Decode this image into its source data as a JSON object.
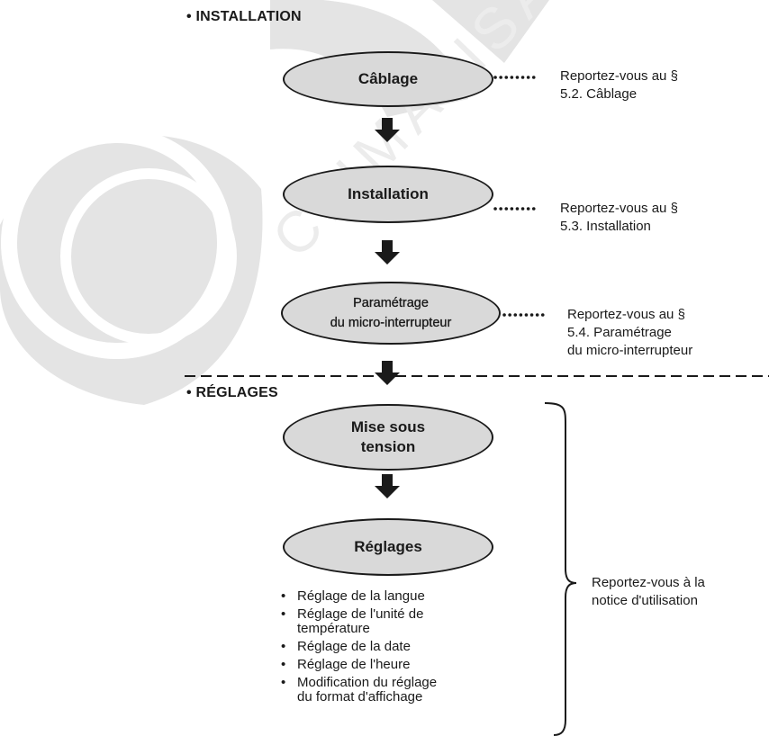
{
  "installation": {
    "title": "• INSTALLATION",
    "steps": [
      {
        "label": "Câblage",
        "ref_line1": "Reportez-vous au §",
        "ref_line2": "5.2. Câblage"
      },
      {
        "label": "Installation",
        "ref_line1": "Reportez-vous au §",
        "ref_line2": "5.3. Installation"
      },
      {
        "label_line1": "Paramétrage",
        "label_line2": "du micro-interrupteur",
        "ref_line1": "Reportez-vous au §",
        "ref_line2": "5.4. Paramétrage",
        "ref_line3": "du micro-interrupteur"
      }
    ]
  },
  "reglages": {
    "title": "• RÉGLAGES",
    "steps": [
      {
        "label_line1": "Mise sous",
        "label_line2": "tension"
      },
      {
        "label": "Réglages"
      }
    ],
    "bullets": [
      [
        "Réglage de la langue"
      ],
      [
        "Réglage de l'unité de",
        "température"
      ],
      [
        "Réglage de la date"
      ],
      [
        "Réglage de l'heure"
      ],
      [
        "Modification du réglage",
        "du format d'affichage"
      ]
    ],
    "brace_note_line1": "Reportez-vous à la",
    "brace_note_line2": "notice d'utilisation"
  },
  "watermark": {
    "text": "CLIMATISATION",
    "color": "#e6e6e6"
  },
  "colors": {
    "oval_fill": "#d9d9d9",
    "stroke": "#1a1a1a"
  }
}
